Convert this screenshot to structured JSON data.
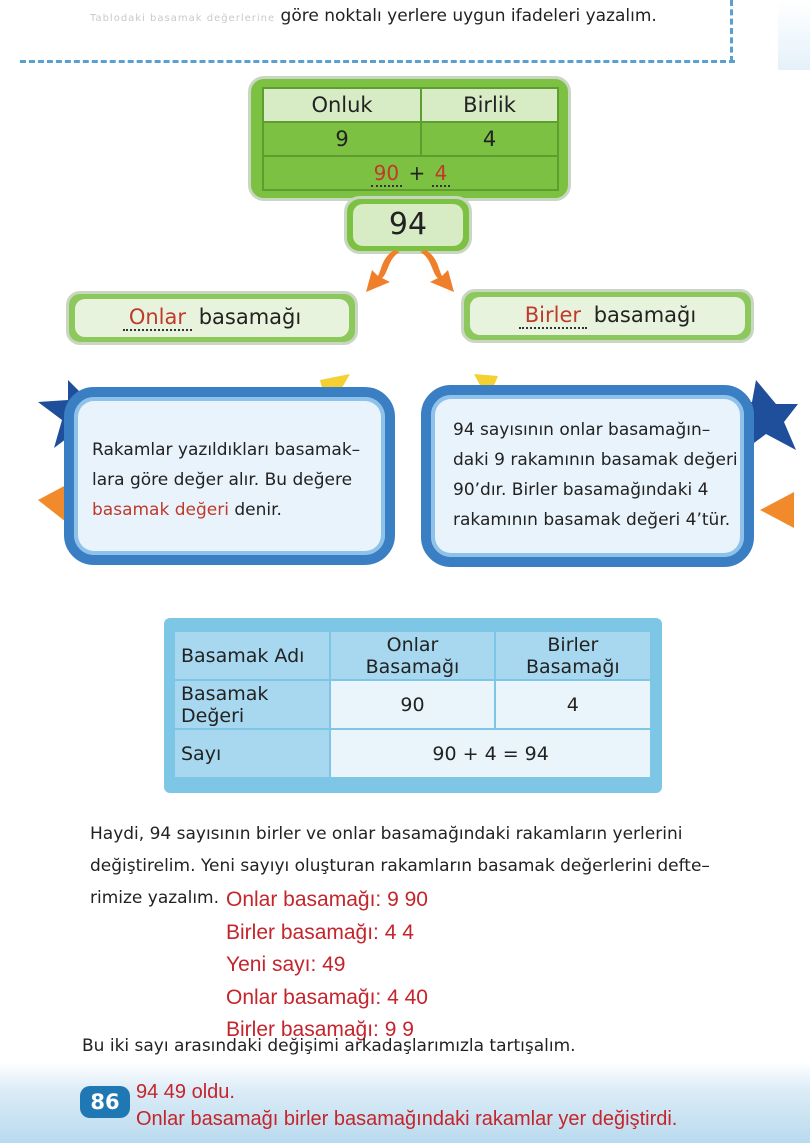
{
  "instruction": {
    "faded_prefix": "Tablodaki basamak değerlerine",
    "text": "göre noktalı yerlere uygun ifadeleri yazalım."
  },
  "place_value_table": {
    "headers": [
      "Onluk",
      "Birlik"
    ],
    "digits": [
      "9",
      "4"
    ],
    "sum": {
      "left": "90",
      "plus": "+",
      "right": "4"
    },
    "number": "94"
  },
  "labels": {
    "tens": {
      "answer": "Onlar",
      "suffix": "basamağı"
    },
    "ones": {
      "answer": "Birler",
      "suffix": "basamağı"
    }
  },
  "info_left": {
    "line1": "Rakamlar yazıldıkları basamak–",
    "line2": "lara göre değer alır. Bu değere",
    "highlight": "basamak değeri",
    "tail": " denir."
  },
  "info_right": {
    "lines": [
      "94 sayısının onlar basamağın–",
      "daki 9 rakamının basamak değeri",
      "90’dır. Birler basamağındaki 4",
      "rakamının basamak değeri 4’tür."
    ]
  },
  "value_table": {
    "header": [
      "Basamak Adı",
      "Onlar Basamağı",
      "Birler Basamağı"
    ],
    "row_value": [
      "Basamak Değeri",
      "90",
      "4"
    ],
    "row_number": [
      "Sayı",
      "90 + 4 = 94"
    ]
  },
  "paragraph": {
    "line1": "Haydi, 94 sayısının birler ve onlar basamağındaki rakamların yerlerini",
    "line2": "değiştirelim. Yeni sayıyı oluşturan rakamların basamak değerlerini defte–",
    "line3": "rimize yazalım."
  },
  "answers": [
    "Onlar basamağı: 9 90",
    "Birler basamağı: 4 4",
    "Yeni sayı: 49",
    "Onlar basamağı: 4 40",
    "Birler basamağı: 9 9"
  ],
  "note": "Bu iki sayı arasındaki değişimi arkadaşlarımızla tartışalım.",
  "page_number": "86",
  "bottom_answer": {
    "line1": "94 49 oldu.",
    "line2": "Onlar basamağı birler basamağındaki rakamlar yer değiştirdi."
  },
  "colors": {
    "green": "#7dc142",
    "blue": "#3a7fc4",
    "answer_red": "#c4242b"
  }
}
